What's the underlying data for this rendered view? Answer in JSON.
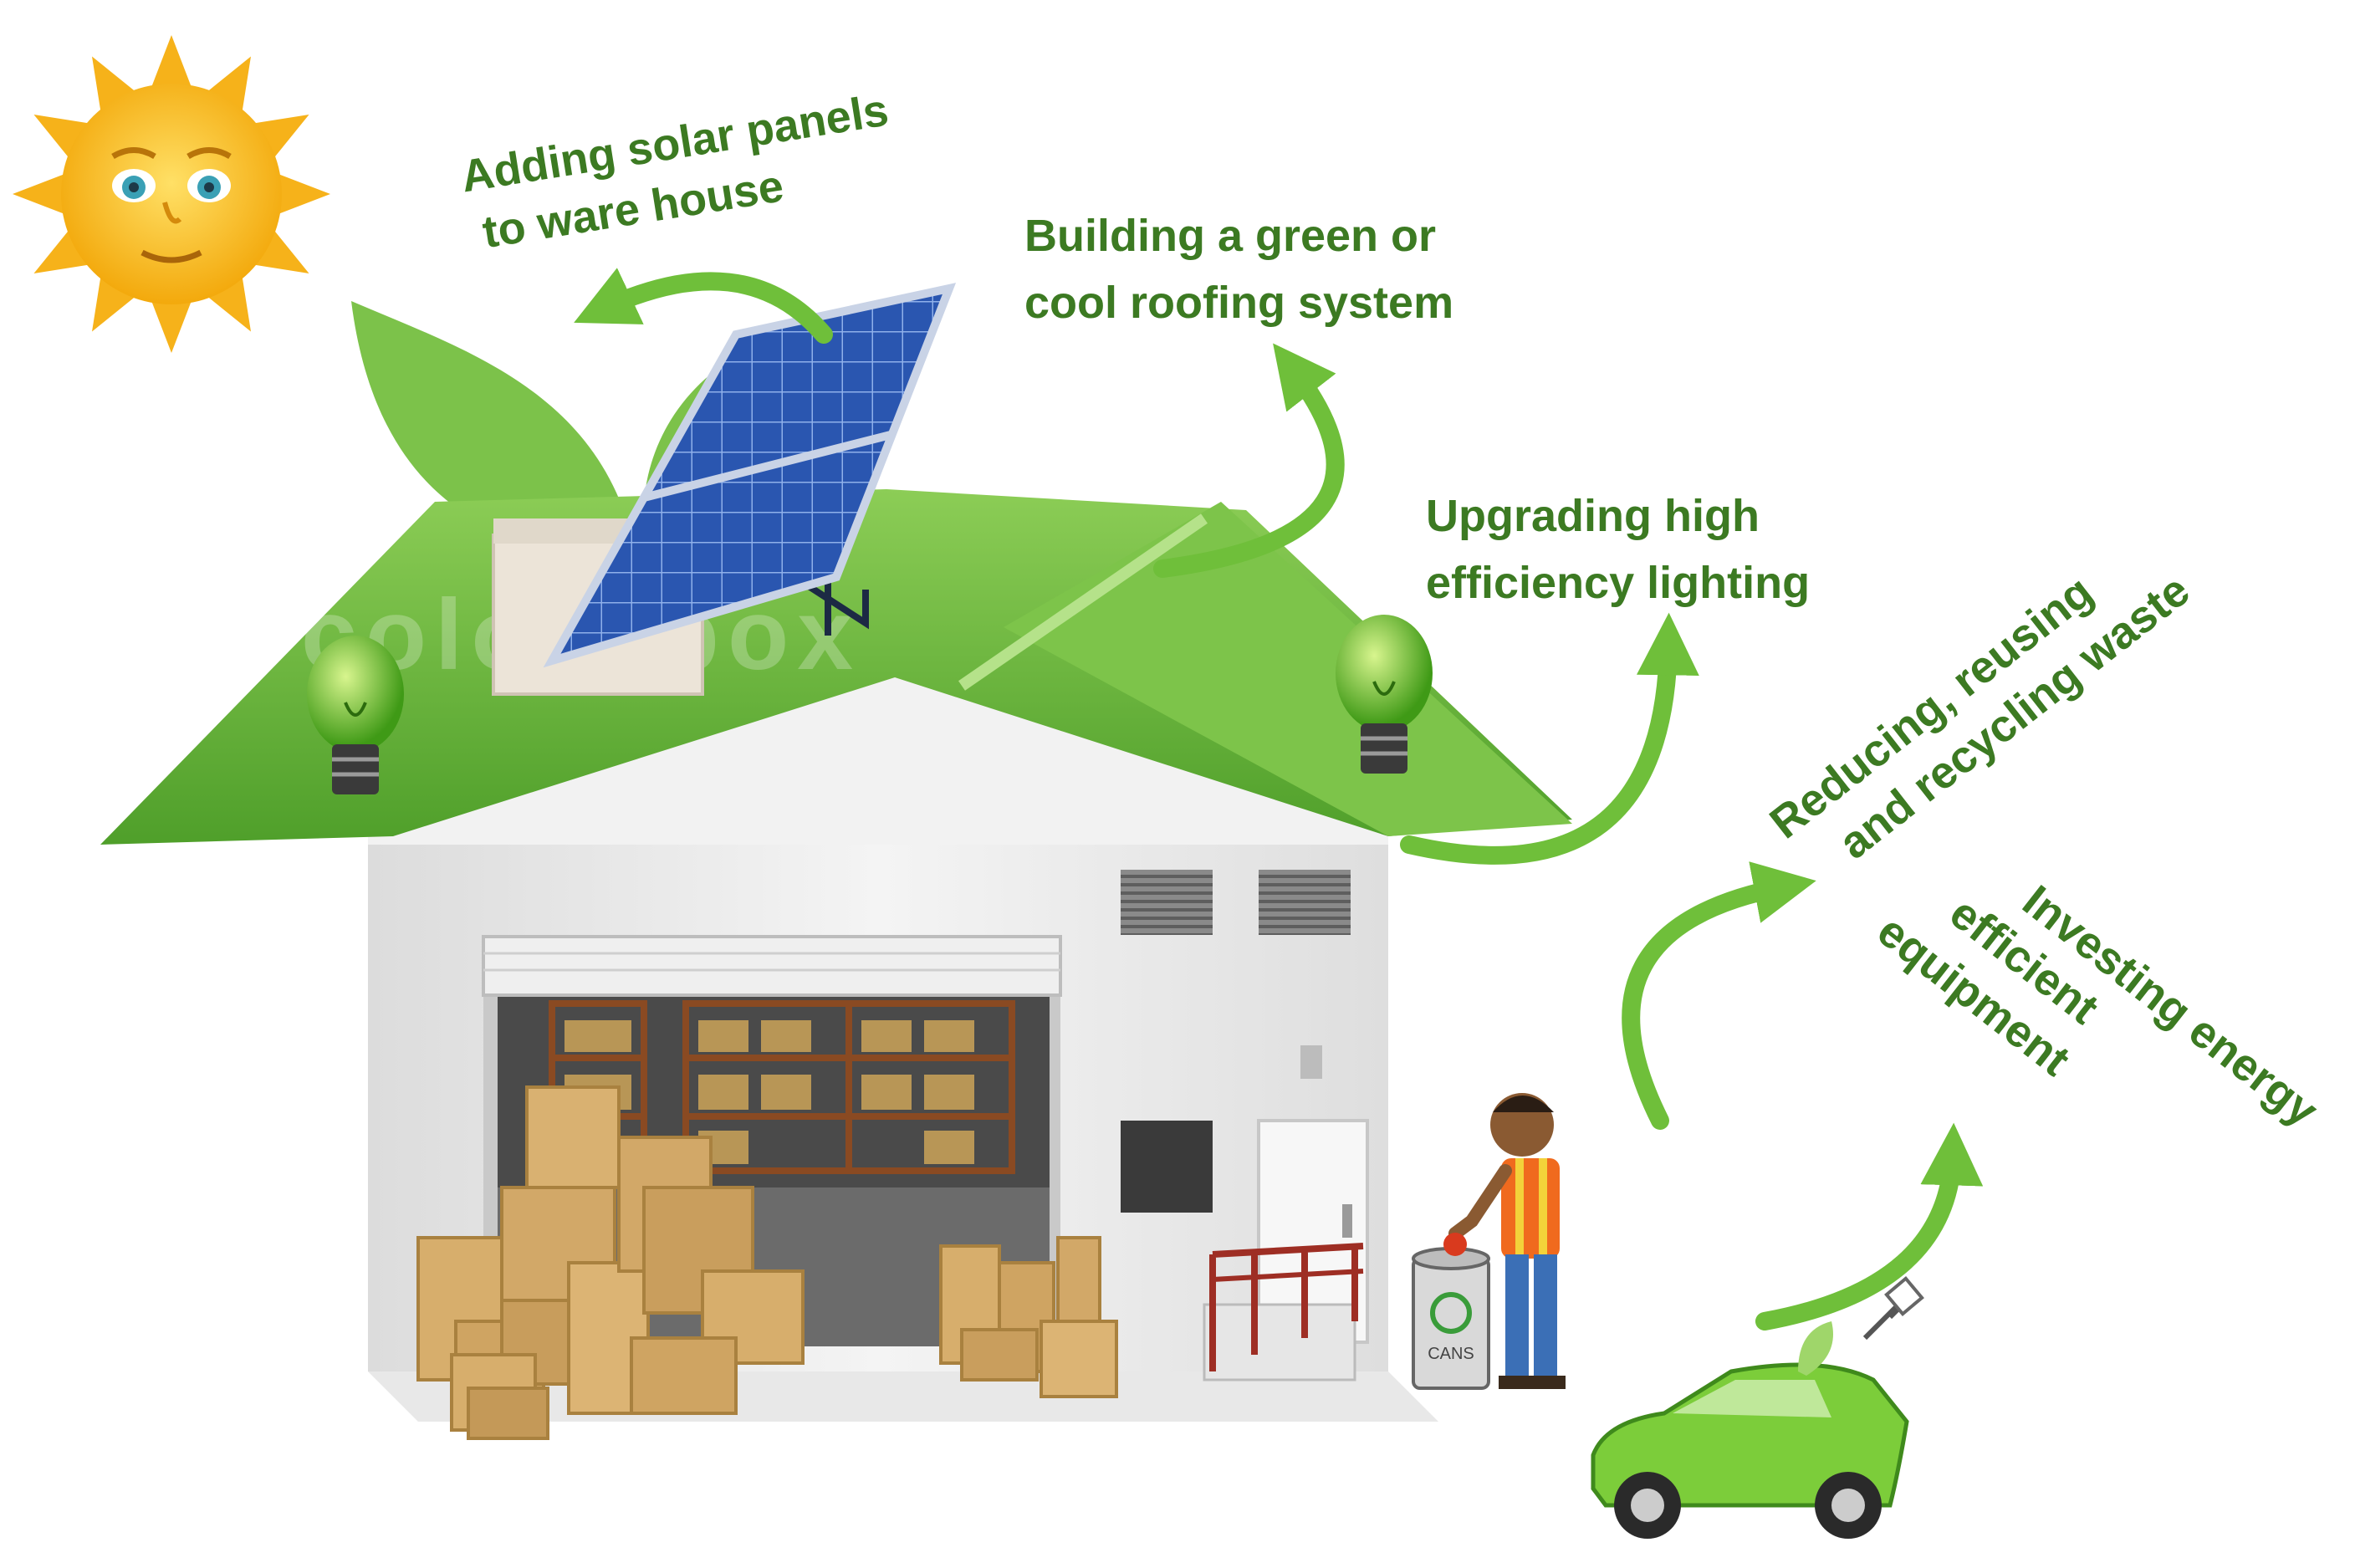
{
  "labels": {
    "solar_l1": "Adding solar panels",
    "solar_l2": "to ware house",
    "roof_l1": "Building a green or",
    "roof_l2": "cool roofing system",
    "light_l1": "Upgrading high",
    "light_l2": "efficiency lighting",
    "waste_l1": "Reducing, reusing",
    "waste_l2": "and recycling waste",
    "equip_l1": "Investing energy",
    "equip_l2": "efficient",
    "equip_l3": "equipment"
  },
  "watermark": "colourbox",
  "bin_label": "CANS",
  "colors": {
    "caption": "#3c7a22",
    "arrow": "#6fbf3a",
    "roof": "#66b23c",
    "leaf": "#7cc24a",
    "panel": "#2a56b0",
    "car": "#7ccd3a",
    "box": "#d2a868",
    "wall": "#eeeeee",
    "sun": "#ffc21a"
  }
}
